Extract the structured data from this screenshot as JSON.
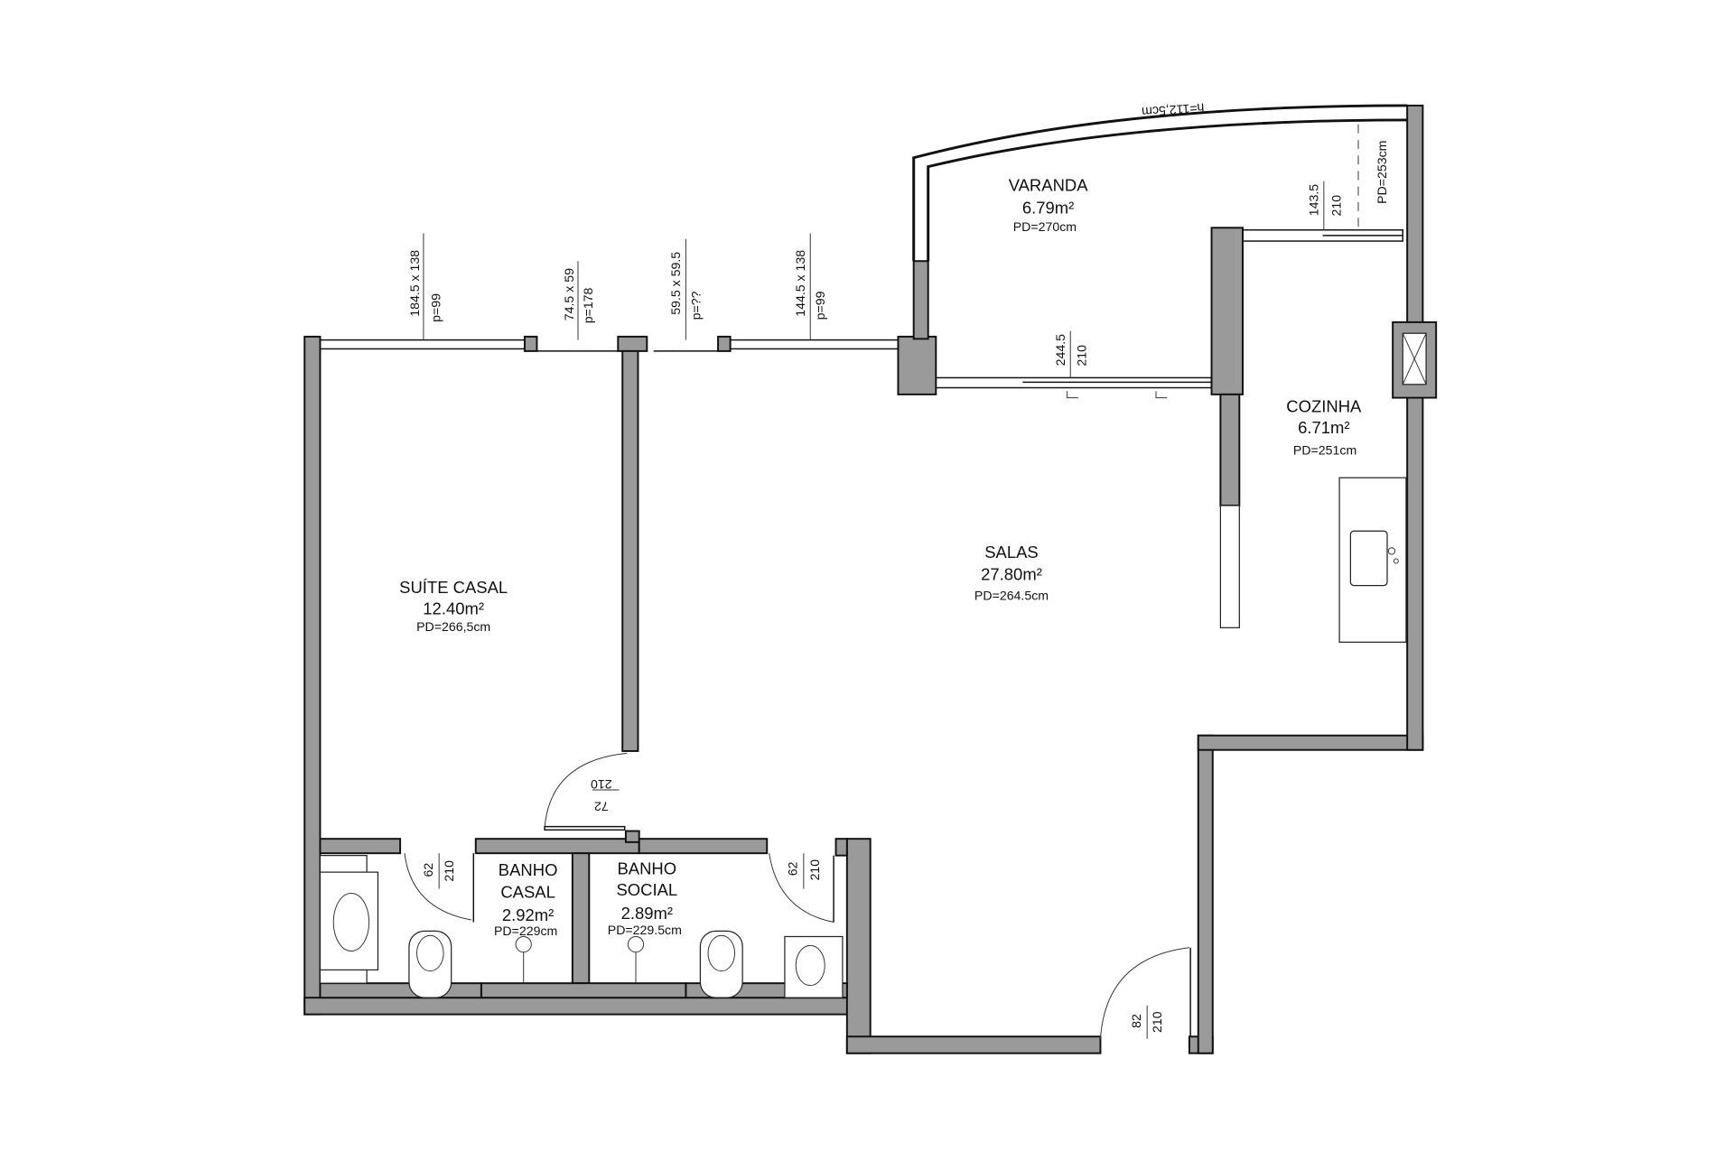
{
  "rooms": {
    "suite": {
      "name": "SUÍTE  CASAL",
      "area": "12.40m²",
      "pd": "PD=266,5cm"
    },
    "salas": {
      "name": "SALAS",
      "area": "27.80m²",
      "pd": "PD=264.5cm"
    },
    "varanda": {
      "name": "VARANDA",
      "area": "6.79m²",
      "pd": "PD=270cm"
    },
    "cozinha": {
      "name": "COZINHA",
      "area": "6.71m²",
      "pd": "PD=251cm"
    },
    "banho_casal": {
      "name1": "BANHO",
      "name2": "CASAL",
      "area": "2.92m²",
      "pd": "PD=229cm"
    },
    "banho_social": {
      "name1": "BANHO",
      "name2": "SOCIAL",
      "area": "2.89m²",
      "pd": "PD=229.5cm"
    }
  },
  "windows": [
    {
      "size": "184.5  x  138",
      "sill": "p=99"
    },
    {
      "size": "74.5  x  59",
      "sill": "p=178"
    },
    {
      "size": "59.5  x  59.5",
      "sill": "p=??"
    },
    {
      "size": "144.5  x  138",
      "sill": "p=99"
    }
  ],
  "openings": {
    "varanda_door": {
      "width": "244.5",
      "height": "210"
    },
    "cozinha_window": {
      "width": "143.5",
      "height": "210"
    },
    "cozinha_pd": "PD=253cm",
    "parapet": "h=112,5cm",
    "suite_door": {
      "width": "72",
      "height": "210"
    },
    "banho_casal_door": {
      "width": "62",
      "height": "210"
    },
    "banho_social_door": {
      "width": "62",
      "height": "210"
    },
    "entry_door": {
      "width": "82",
      "height": "210"
    }
  }
}
